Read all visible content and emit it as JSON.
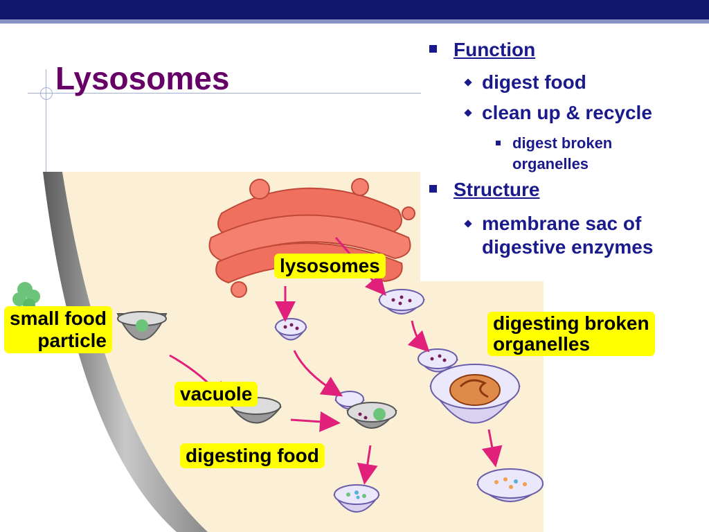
{
  "slide": {
    "title": "Lysosomes"
  },
  "bullets": {
    "function": {
      "heading": "Function",
      "items": [
        "digest food",
        "clean up & recycle"
      ],
      "sub_items": [
        "digest broken organelles"
      ]
    },
    "structure": {
      "heading": "Structure",
      "items": [
        "membrane sac of digestive enzymes"
      ]
    }
  },
  "diagram": {
    "labels": {
      "lysosomes": "lysosomes",
      "small_food_particle_line1": "small food",
      "small_food_particle_line2": "particle",
      "vacuole": "vacuole",
      "digesting_food": "digesting food",
      "digesting_broken_organelles_line1": "digesting broken",
      "digesting_broken_organelles_line2": "organelles"
    }
  },
  "colors": {
    "top_bar": "#10166b",
    "title": "#660066",
    "bullet_text": "#1a1a8c",
    "label_bg": "#ffff00",
    "cytoplasm": "#fbefd6",
    "golgi": "#f07060",
    "arrow": "#e0207a",
    "lysosome": "#cbc3ea"
  }
}
